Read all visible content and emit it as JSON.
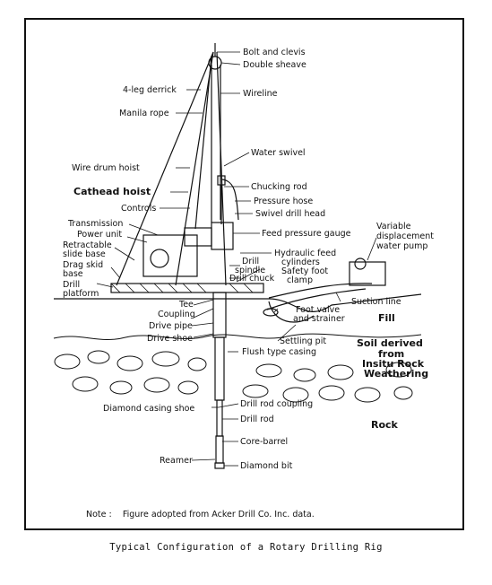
{
  "labels": {
    "bolt_clevis": "Bolt and clevis",
    "double_sheave": "Double sheave",
    "derrick": "4-leg derrick",
    "wireline": "Wireline",
    "manila_rope": "Manila rope",
    "water_swivel": "Water swivel",
    "wire_drum_hoist": "Wire drum hoist",
    "chucking_rod": "Chucking rod",
    "catlead_hoist": "Cathead hoist",
    "pressure_hose": "Pressure hose",
    "controls": "Controls",
    "swivel_drill_head": "Swivel drill head",
    "transmission": "Transmission",
    "power_unit": "Power unit",
    "feed_pressure_gauge": "Feed pressure gauge",
    "variable_pump_1": "Variable",
    "variable_pump_2": "displacement",
    "variable_pump_3": "water pump",
    "retractable_1": "Retractable",
    "retractable_2": "slide base",
    "drag_skid_1": "Drag skid",
    "drag_skid_2": "base",
    "hydraulic_feed_1": "Hydraulic feed",
    "hydraulic_feed_2": "cylinders",
    "drill_spindle_1": "Drill",
    "drill_spindle_2": "spindle",
    "safety_foot_1": "Safety foot",
    "safety_foot_2": "clamp",
    "drill_platform_1": "Drill",
    "drill_platform_2": "platform",
    "drill_chuck": "Drill chuck",
    "suction_line": "Suction line",
    "tee": "Tee",
    "coupling": "Coupling",
    "foot_valve_1": "Foot valve",
    "foot_valve_2": "and strainer",
    "fill": "Fill",
    "drive_pipe": "Drive pipe",
    "drive_shoe": "Drive shoe",
    "settling_pit": "Settling pit",
    "soil_1": "Soil derived",
    "soil_2": "from",
    "soil_3": "Insitu Rock",
    "soil_4": "Weathering",
    "flush_casing": "Flush type casing",
    "diamond_casing_shoe": "Diamond casing shoe",
    "drill_rod_coupling": "Drill rod coupling",
    "drill_rod": "Drill rod",
    "rock": "Rock",
    "core_barrel": "Core-barrel",
    "reamer": "Reamer",
    "diamond_bit": "Diamond bit"
  },
  "note": {
    "prefix": "Note :",
    "text": "Figure adopted from Acker Drill Co. Inc. data."
  },
  "caption": "Typical Configuration of a Rotary Drilling Rig"
}
